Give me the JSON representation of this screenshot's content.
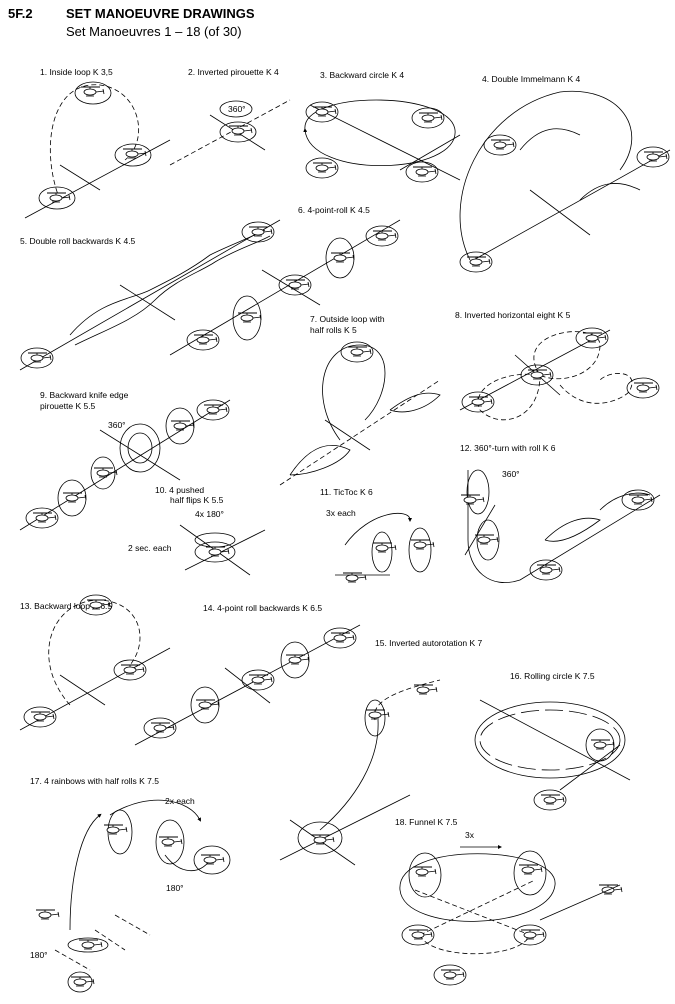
{
  "header": {
    "section": "5F.2",
    "title": "SET MANOEUVRE DRAWINGS",
    "subtitle": "Set Manoeuvres 1 – 18 (of 30)"
  },
  "manoeuvres": [
    {
      "label": "1. Inside loop  K 3,5"
    },
    {
      "label": "2. Inverted pirouette  K 4"
    },
    {
      "label": "3. Backward circle  K 4"
    },
    {
      "label": "4. Double Immelmann  K 4"
    },
    {
      "label": "5. Double roll backwards  K 4.5"
    },
    {
      "label": "6. 4-point-roll  K 4.5"
    },
    {
      "label": "7. Outside loop with",
      "label2": "half rolls  K 5"
    },
    {
      "label": "8. Inverted horizontal eight K 5"
    },
    {
      "label": "9. Backward knife edge",
      "label2": "pirouette K 5.5"
    },
    {
      "label": "10. 4 pushed",
      "label2": "half flips  K 5.5"
    },
    {
      "label": "11. TicToc  K 6"
    },
    {
      "label": "12. 360°-turn with roll  K 6"
    },
    {
      "label": "13. Backward loop  K 6.5"
    },
    {
      "label": "14. 4-point roll backwards  K 6.5"
    },
    {
      "label": "15. Inverted  autorotation  K 7"
    },
    {
      "label": "16. Rolling circle  K 7.5"
    },
    {
      "label": "17. 4 rainbows with half rolls  K 7.5"
    },
    {
      "label": "18. Funnel  K 7.5"
    }
  ],
  "annotations": {
    "a360_pirouette": "360°",
    "a360_knife": "360°",
    "a360_turn": "360°",
    "flips_count": "4x 180°",
    "flips_time": "2 sec. each",
    "tictoc_count": "3x each",
    "rainbow_count": "2x each",
    "rainbow_180a": "180°",
    "rainbow_180b": "180°",
    "funnel_count": "3x"
  },
  "icons": {
    "helicopter": "helicopter-icon"
  }
}
